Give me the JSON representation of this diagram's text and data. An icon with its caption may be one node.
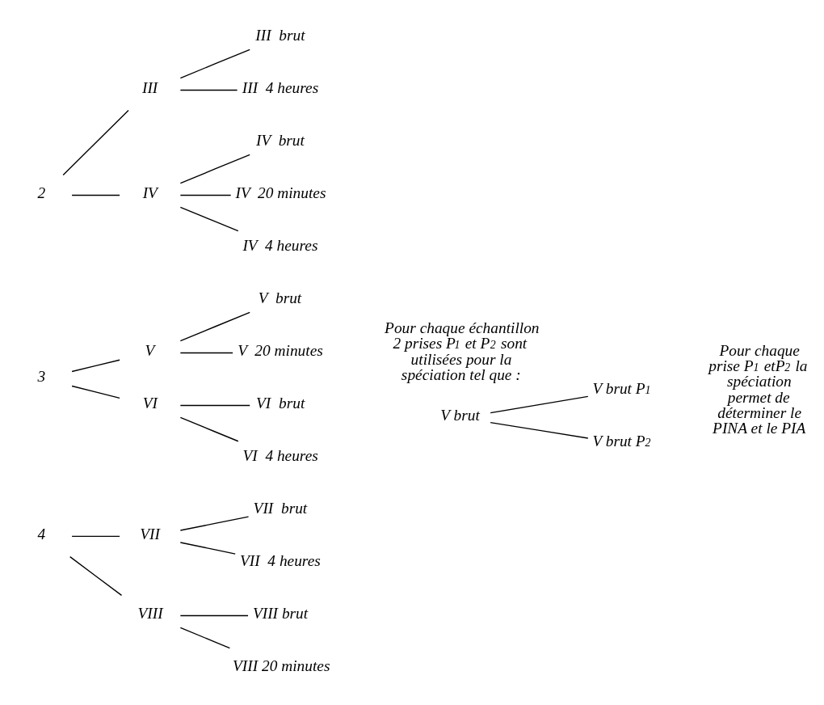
{
  "diagram": {
    "nodes": [
      {
        "text": [
          "2"
        ]
      },
      {
        "text": [
          "III"
        ]
      },
      {
        "text": [
          "III  brut"
        ]
      },
      {
        "text": [
          "III  4 heures"
        ]
      },
      {
        "text": [
          "IV"
        ]
      },
      {
        "text": [
          "IV  brut"
        ]
      },
      {
        "text": [
          "IV  20 minutes"
        ]
      },
      {
        "text": [
          "IV  4 heures"
        ]
      },
      {
        "text": [
          "3"
        ]
      },
      {
        "text": [
          "V"
        ]
      },
      {
        "text": [
          "V  brut"
        ]
      },
      {
        "text": [
          "V  20 minutes"
        ]
      },
      {
        "text": [
          "VI"
        ]
      },
      {
        "text": [
          "VI  brut"
        ]
      },
      {
        "text": [
          "VI  4 heures"
        ]
      },
      {
        "text": [
          "4"
        ]
      },
      {
        "text": [
          "VII"
        ]
      },
      {
        "text": [
          "VII  brut"
        ]
      },
      {
        "text": [
          "VII  4 heures"
        ]
      },
      {
        "text": [
          "VIII"
        ]
      },
      {
        "text": [
          "VIII brut"
        ]
      },
      {
        "text": [
          "VIII 20 minutes"
        ]
      },
      {
        "text": [
          "V brut"
        ]
      },
      {
        "text": [
          "V brut P$_{1}$"
        ]
      },
      {
        "text": [
          "V brut P$_{2}$"
        ]
      }
    ],
    "edges": [
      {
        "from": 0,
        "to": 1,
        "arrow": "none"
      },
      {
        "from": 1,
        "to": 2,
        "arrow": "none"
      },
      {
        "from": 1,
        "to": 3,
        "arrow": "none"
      },
      {
        "from": 0,
        "to": 4,
        "arrow": "none"
      },
      {
        "from": 4,
        "to": 5,
        "arrow": "none"
      },
      {
        "from": 4,
        "to": 6,
        "arrow": "none"
      },
      {
        "from": 4,
        "to": 7,
        "arrow": "none"
      },
      {
        "from": 8,
        "to": 9,
        "arrow": "none"
      },
      {
        "from": 9,
        "to": 10,
        "arrow": "none"
      },
      {
        "from": 9,
        "to": 11,
        "arrow": "none"
      },
      {
        "from": 8,
        "to": 12,
        "arrow": "none"
      },
      {
        "from": 12,
        "to": 13,
        "arrow": "none"
      },
      {
        "from": 12,
        "to": 14,
        "arrow": "none"
      },
      {
        "from": 15,
        "to": 16,
        "arrow": "none"
      },
      {
        "from": 16,
        "to": 17,
        "arrow": "none"
      },
      {
        "from": 16,
        "to": 18,
        "arrow": "none"
      },
      {
        "from": 15,
        "to": 19,
        "arrow": "none"
      },
      {
        "from": 19,
        "to": 20,
        "arrow": "none"
      },
      {
        "from": 19,
        "to": 21,
        "arrow": "none"
      },
      {
        "from": 22,
        "to": 23,
        "arrow": "none"
      },
      {
        "from": 22,
        "to": 24,
        "arrow": "none"
      }
    ],
    "labels": [
      "Pour chaque échantillon 2 prises P$_{1}$ et P$_{2}$ sont utilisées pour la spéciation tel que :",
      "Pour chaque prise P$_{1}$ etP$_{2}$ la spéciation permet de déterminer le PINA et le PIA"
    ]
  }
}
